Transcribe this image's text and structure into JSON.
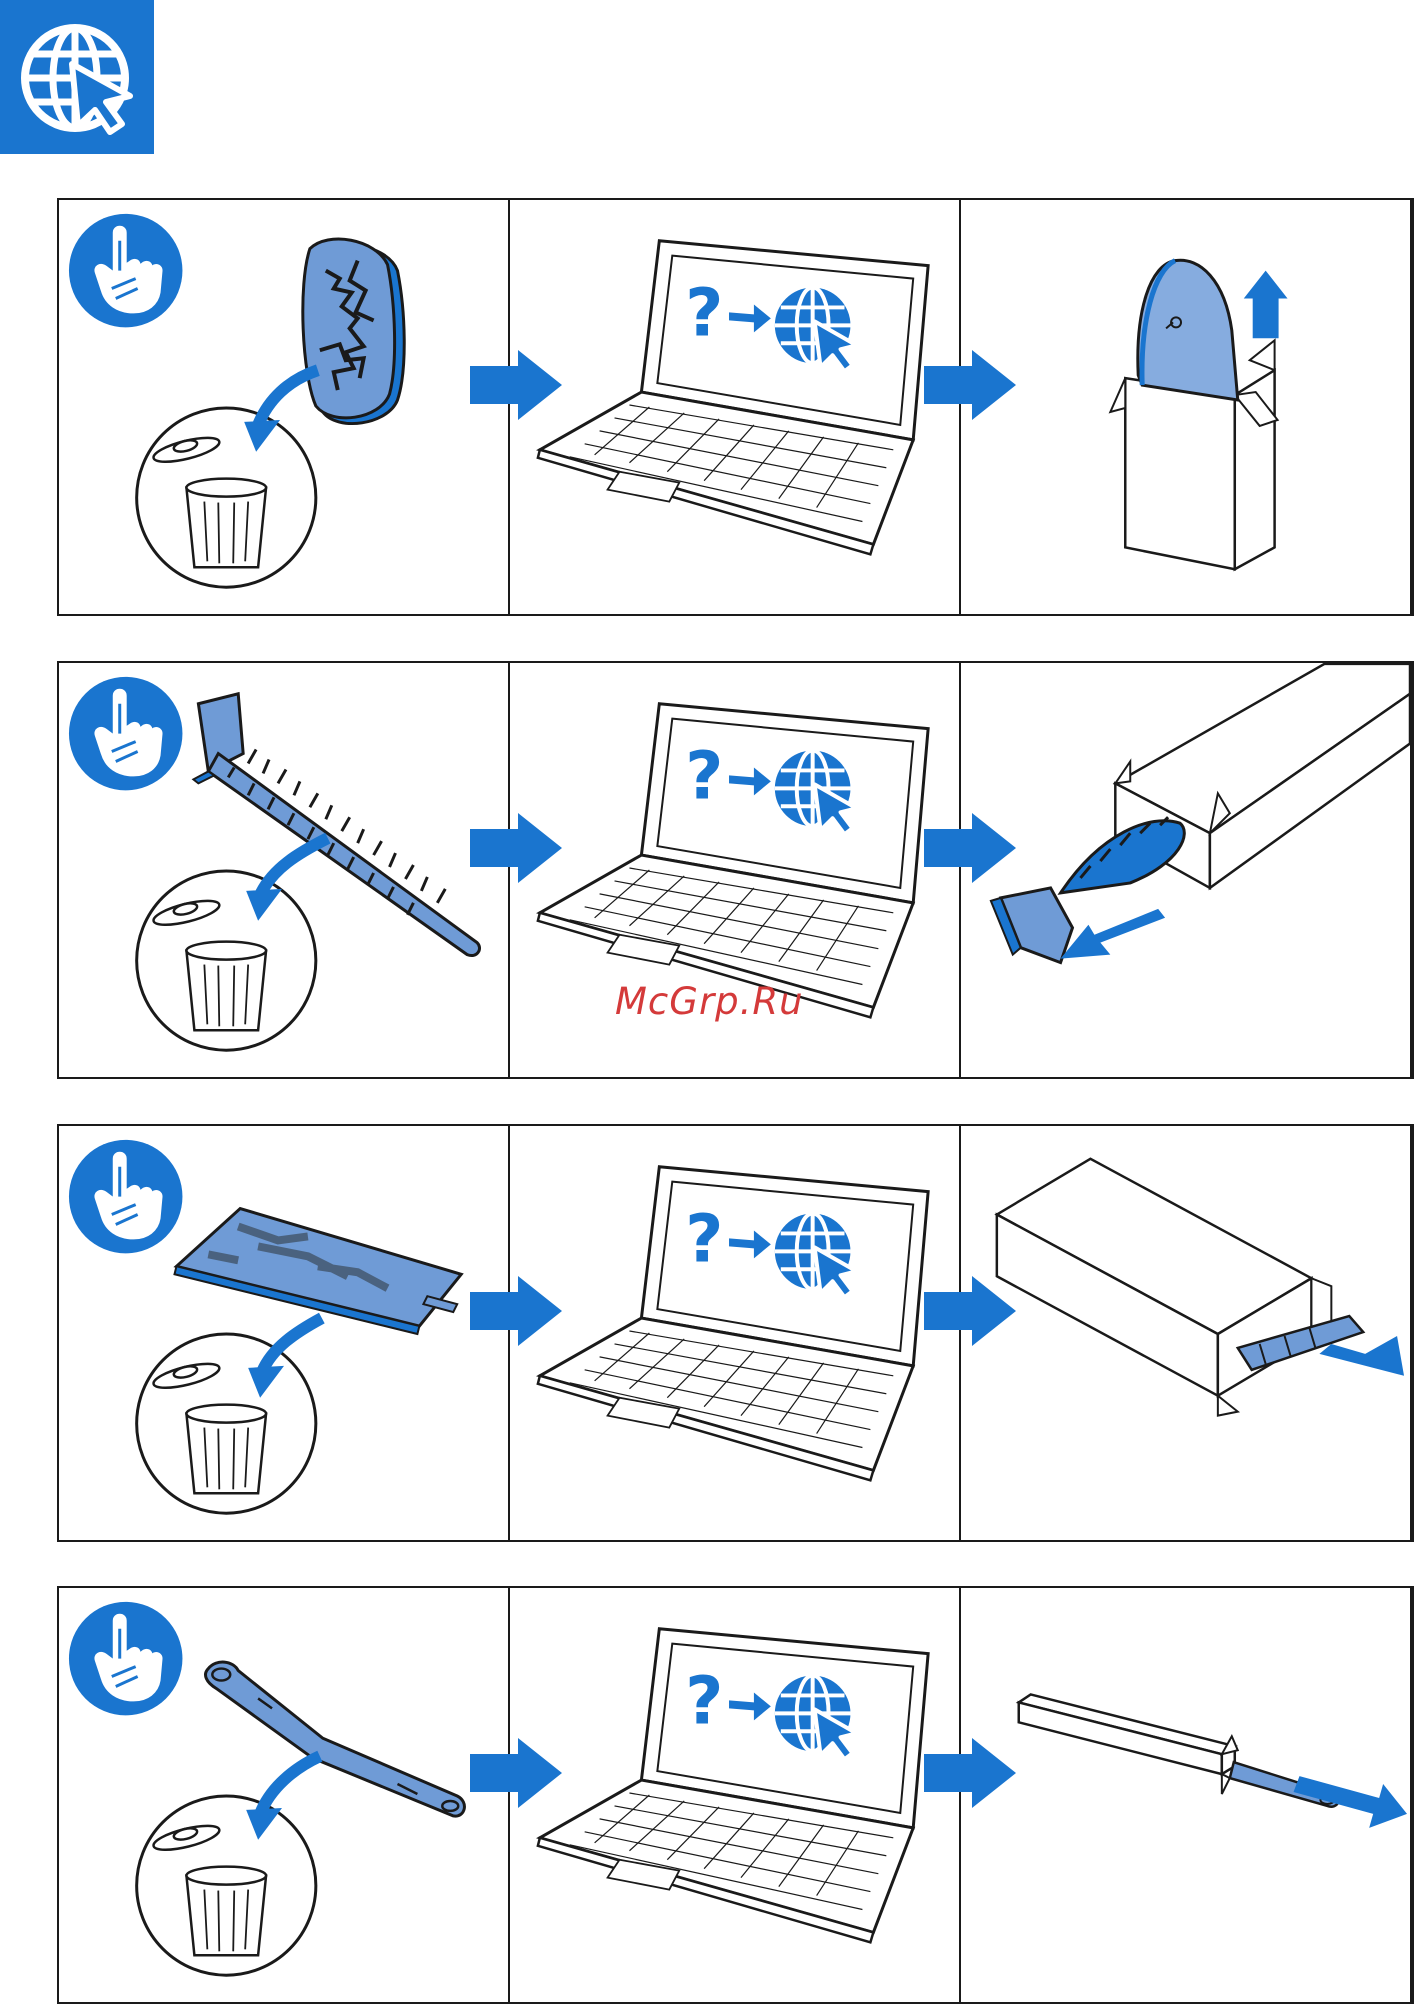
{
  "watermark": "McGrp.Ru",
  "colors": {
    "accent": "#1a75cf",
    "part": "#6f9bd6",
    "part_light": "#86acdf",
    "line": "#1a1a1a"
  },
  "icons": {
    "header": "globe-cursor-icon",
    "step_badge": "hand-pointing-icon",
    "discard": "trash-bin-icon",
    "laptop": "laptop-search-icon",
    "flow": "arrow-right-icon"
  },
  "rows": [
    {
      "part": "filter-cover"
    },
    {
      "part": "main-brush"
    },
    {
      "part": "mop-pad"
    },
    {
      "part": "side-arm"
    }
  ]
}
